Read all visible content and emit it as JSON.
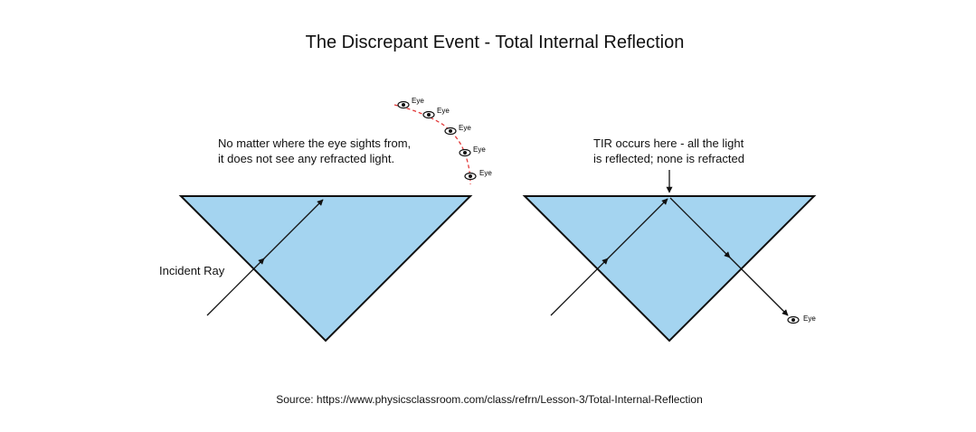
{
  "title": "The Discrepant Event - Total Internal Reflection",
  "source": "Source: https://www.physicsclassroom.com/class/refrn/Lesson-3/Total-Internal-Reflection",
  "left_panel": {
    "note_line1": "No matter where the eye sights from,",
    "note_line2": "it does not see any refracted light.",
    "incident_label": "Incident Ray",
    "eye_label": "Eye"
  },
  "right_panel": {
    "note_line1": "TIR occurs here - all the light",
    "note_line2": "is reflected; none is refracted",
    "eye_label": "Eye"
  },
  "colors": {
    "prism_fill": "#a4d4f0",
    "line": "#111111",
    "eye_path": "#e23a3a"
  }
}
